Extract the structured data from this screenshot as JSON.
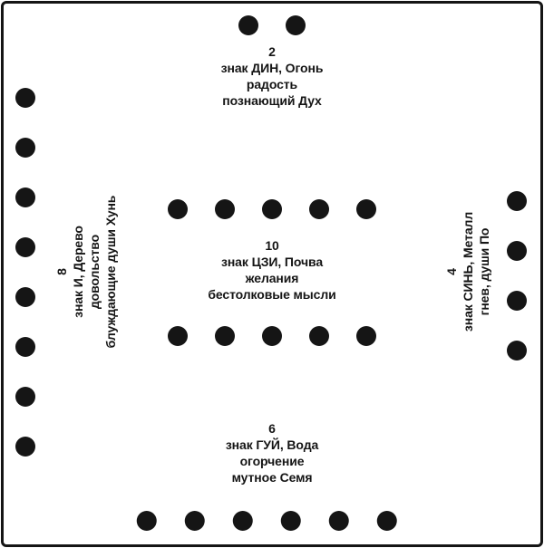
{
  "diagram": {
    "fire": {
      "dots": 2,
      "number": "2",
      "line1": "знак ДИН, Огонь",
      "line2": "радость",
      "line3": "познающий Дух"
    },
    "wood": {
      "dots": 8,
      "number": "8",
      "line1": "знак И, Дерево",
      "line2": "довольство",
      "line3": "блуждающие души Хунь"
    },
    "earth": {
      "dots": 10,
      "number": "10",
      "line1": "знак ЦЗИ, Почва",
      "line2": "желания",
      "line3": "бестолковые мысли"
    },
    "metal": {
      "dots": 4,
      "number": "4",
      "line1": "знак СИНЬ, Металл",
      "line2": "гнев, души По"
    },
    "water": {
      "dots": 6,
      "number": "6",
      "line1": "знак ГУЙ, Вода",
      "line2": "огорчение",
      "line3": "мутное Семя"
    }
  },
  "colors": {
    "ink": "#151515",
    "background": "#ffffff"
  }
}
